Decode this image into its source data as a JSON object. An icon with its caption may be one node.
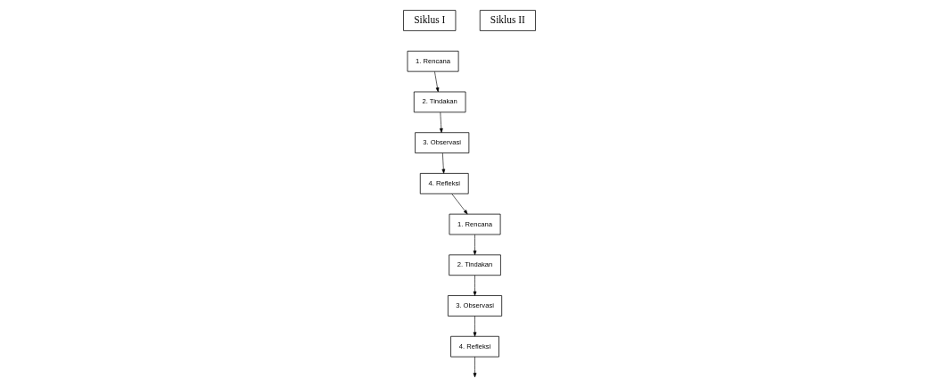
{
  "diagram": {
    "nodes": [
      {
        "text": [
          "Siklus I"
        ]
      },
      {
        "text": [
          "1. Rencana"
        ]
      },
      {
        "text": [
          "2. Tindakan"
        ]
      },
      {
        "text": [
          "3. Observasi"
        ]
      },
      {
        "text": [
          "4. Refleksi"
        ]
      },
      {
        "text": [
          "Siklus II"
        ]
      },
      {
        "text": [
          "1. Rencana"
        ]
      },
      {
        "text": [
          "2. Tindakan"
        ]
      },
      {
        "text": [
          "3. Observasi"
        ]
      },
      {
        "text": [
          "4. Refleksi"
        ]
      }
    ],
    "edges": [
      {
        "from": 1,
        "to": 2,
        "arrow": "to"
      },
      {
        "from": 2,
        "to": 3,
        "arrow": "to"
      },
      {
        "from": 3,
        "to": 4,
        "arrow": "to"
      },
      {
        "from": 4,
        "to": 6,
        "arrow": "to"
      },
      {
        "from": 6,
        "to": 7,
        "arrow": "to"
      },
      {
        "from": 7,
        "to": 8,
        "arrow": "to"
      },
      {
        "from": 8,
        "to": 9,
        "arrow": "to"
      },
      {
        "from": 9,
        "to": null,
        "arrow": "to"
      }
    ]
  }
}
